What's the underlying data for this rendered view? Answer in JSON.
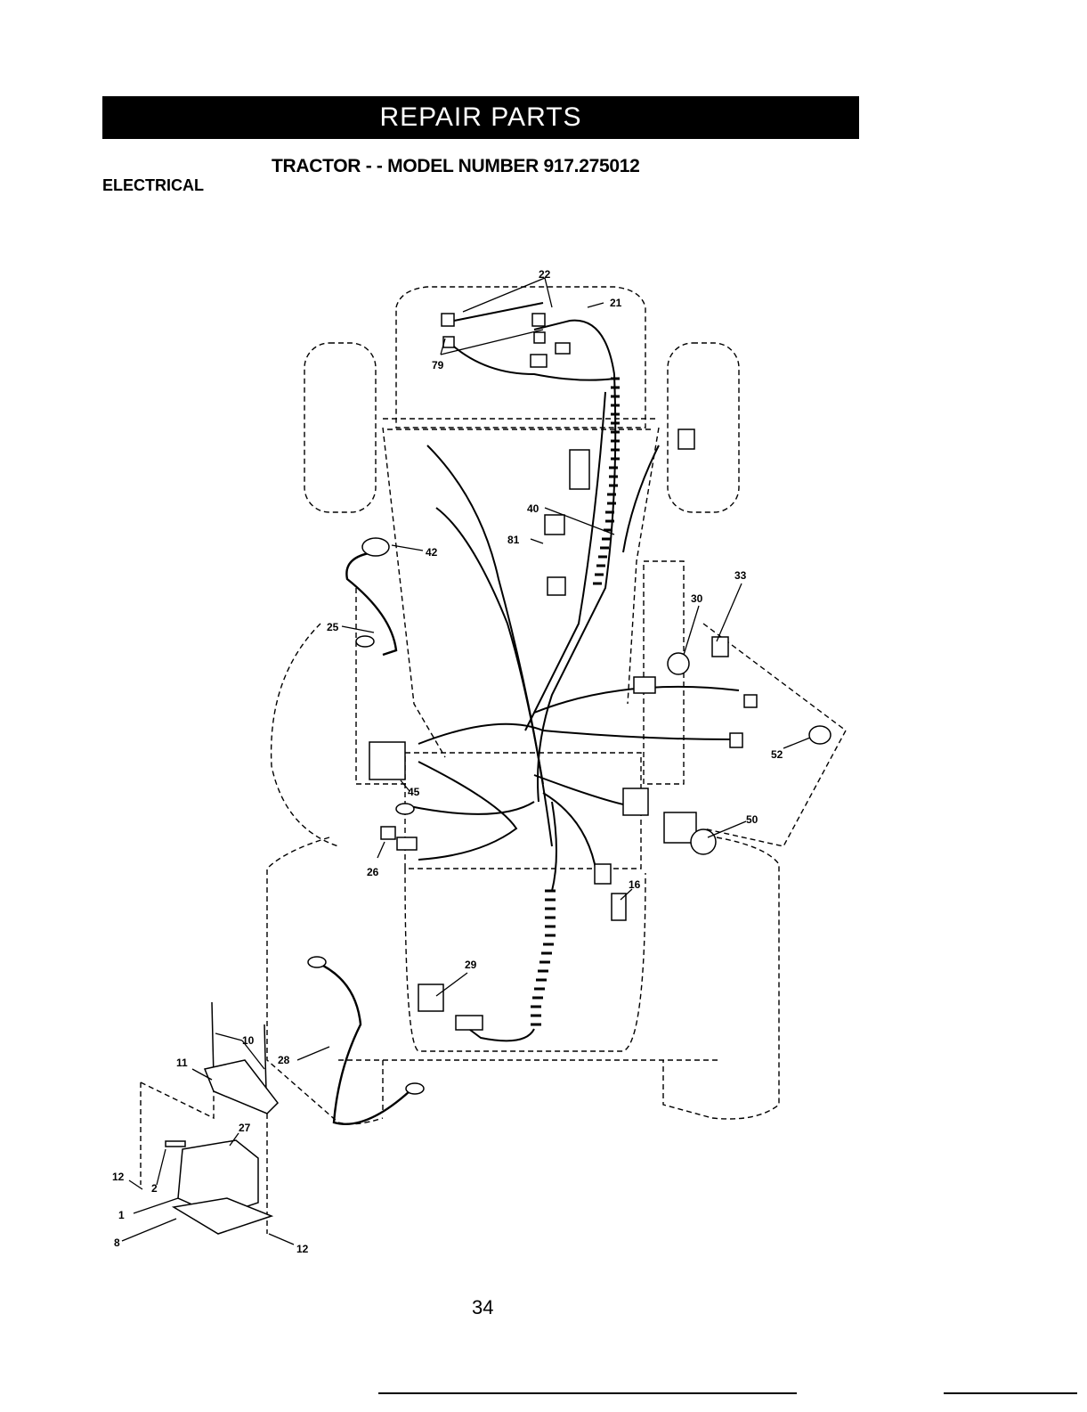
{
  "header": {
    "banner": "REPAIR PARTS",
    "subtitle": "TRACTOR - - MODEL NUMBER 917.275012",
    "section": "ELECTRICAL"
  },
  "diagram": {
    "callouts": [
      "22",
      "21",
      "79",
      "40",
      "81",
      "42",
      "33",
      "30",
      "25",
      "52",
      "45",
      "50",
      "26",
      "16",
      "29",
      "10",
      "11",
      "28",
      "27",
      "12",
      "2",
      "1",
      "8",
      "12"
    ]
  },
  "footer": {
    "page_number": "34"
  }
}
